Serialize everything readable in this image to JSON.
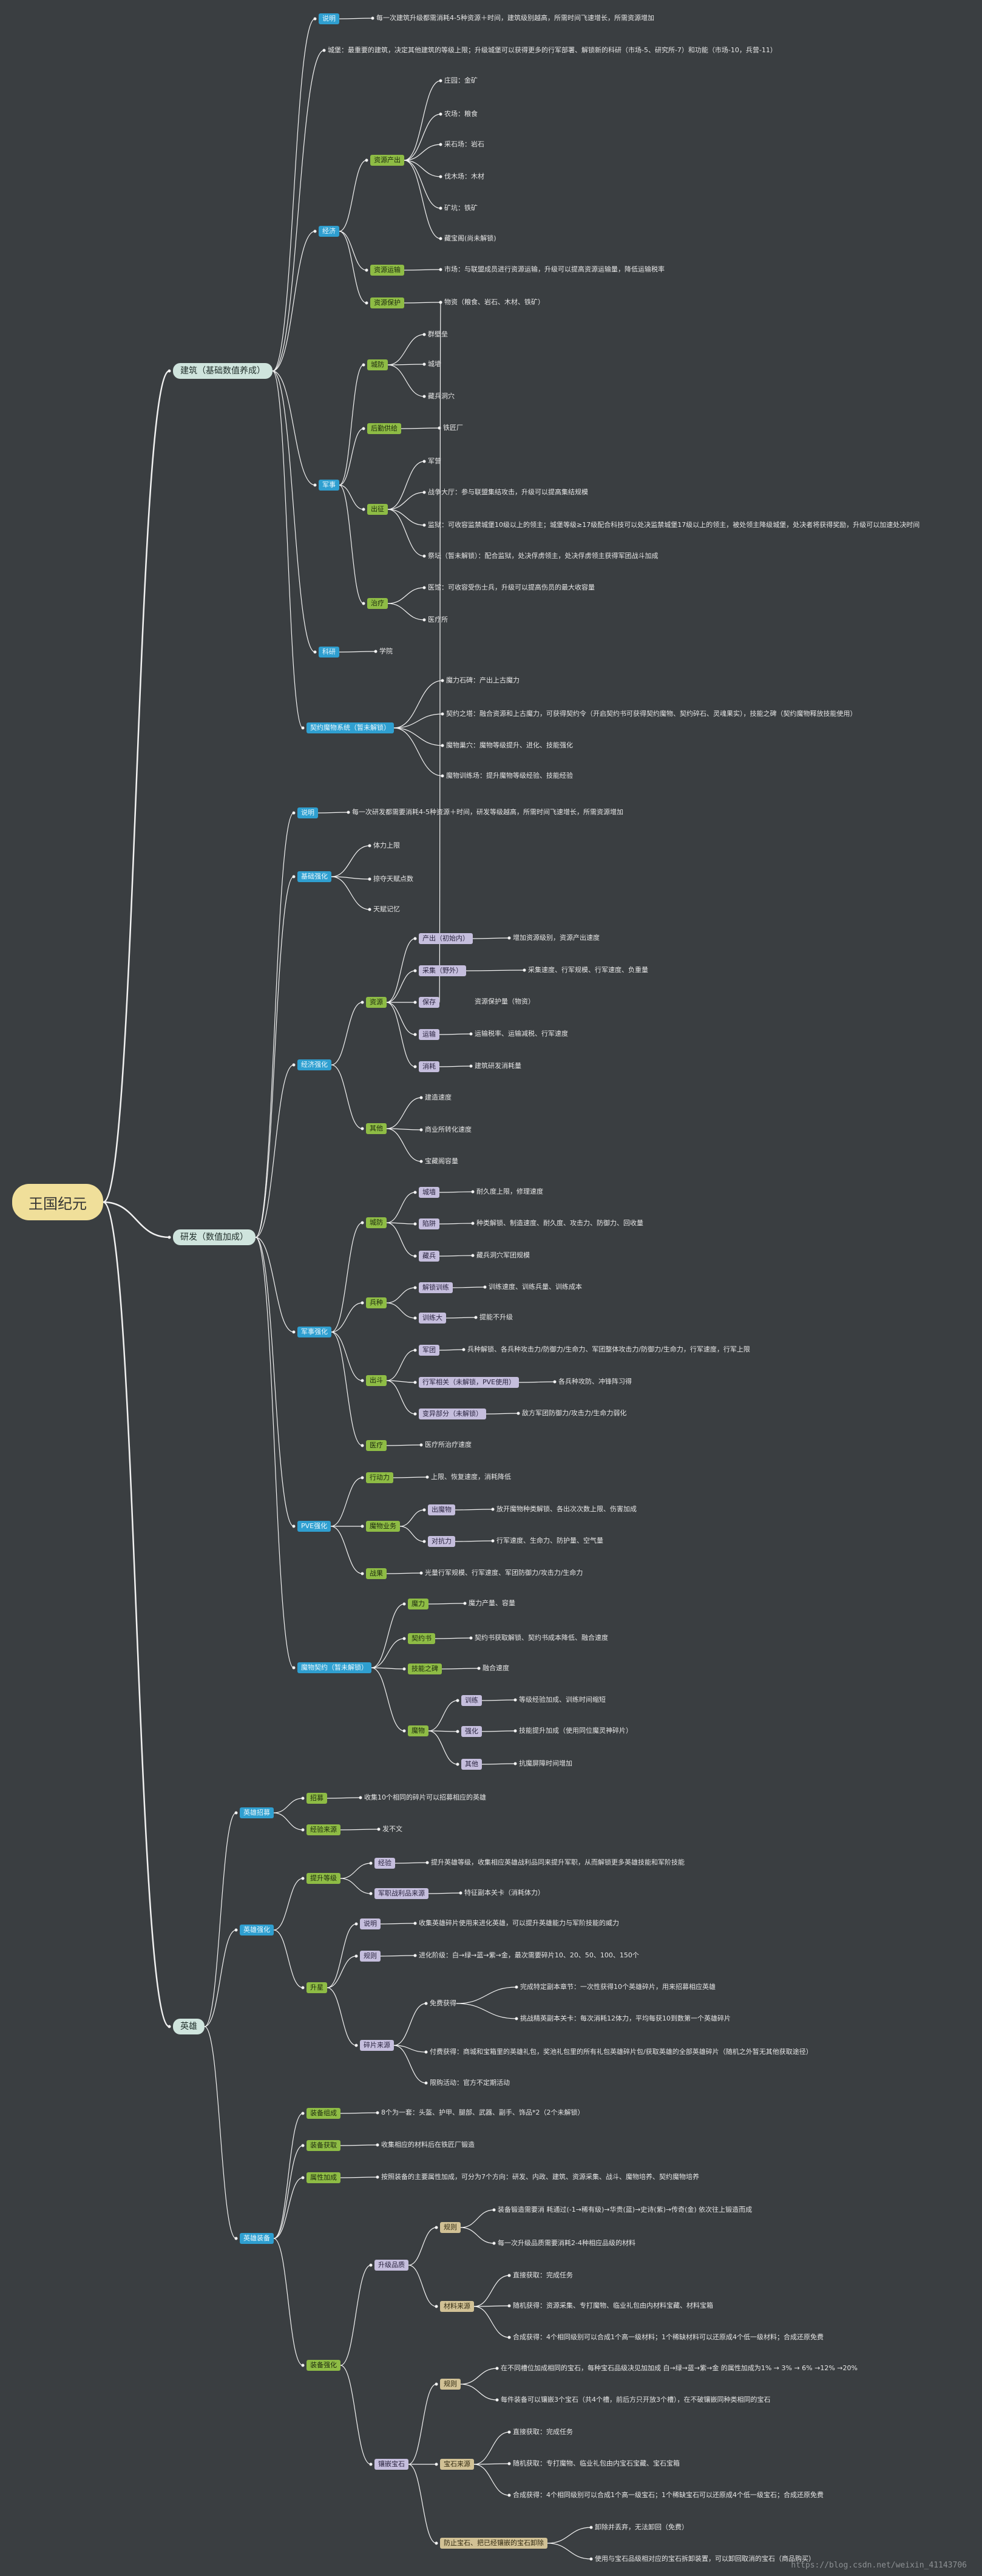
{
  "root": "王国纪元",
  "watermark": "https://blog.csdn.net/weixin_41143706",
  "build": {
    "label": "建筑（基础数值养成）",
    "intro": "说明",
    "intro_text": "每一次建筑升级都需消耗4-5种资源＋时间，建筑级别越高，所需时间飞速增长，所需资源增加",
    "note": "城堡：最重要的建筑，决定其他建筑的等级上限；升级城堡可以获得更多的行军部署、解锁新的科研（市场-5、研究所-7）和功能（市场-10，兵营-11）",
    "eco": "经济",
    "res_prod": "资源产出",
    "farm": "庄园：金矿",
    "field": "农场：粮食",
    "quarry": "采石场：岩石",
    "lumber": "伐木场：木材",
    "mine": "矿坑：铁矿",
    "gem": "藏宝阁(尚未解锁)",
    "res_trans": "资源运输",
    "market": "市场：与联盟成员进行资源运输，升级可以提高资源运输量，降低运输税率",
    "res_protect": "资源保护",
    "store": "物资（粮食、岩石、木材、铁矿）",
    "army": "军事",
    "def": "城防",
    "wall": "群壁垒",
    "tower": "城墙",
    "barracks": "藏兵洞穴",
    "support": "后勤供给",
    "workshop": "铁匠厂",
    "march": "出征",
    "camp": "军营",
    "hall": "战争大厅：参与联盟集结攻击，升级可以提高集结规模",
    "watch": "监狱：可收容监禁城堡10级以上的领主；城堡等级≥17级配合科技可以处决监禁城堡17级以上的领主，被处领主降级城堡，处决者将获得奖励，升级可以加速处决时间",
    "altar": "祭坛（暂未解锁）：配合监狱，处决俘虏领主，处决俘虏领主获得军团战斗加成",
    "heal": "治疗",
    "hospital": "医馆：可收容受伤士兵，升级可以提高伤员的最大收容量",
    "clinic": "医疗所",
    "science": "科研",
    "academy": "学院",
    "spirit": "契约魔物系统（暂未解锁）",
    "soul": "魔力石碑：产出上古魔力",
    "contract": "契约之塔：融合资源和上古魔力，可获得契约令（开启契约书可获得契约魔物、契约碎石、灵魂果实），技能之碑（契约魔物释放技能使用）",
    "nest": "魔物巢穴：魔物等级提升、进化、技能强化",
    "train": "魔物训练场：提升魔物等级经验、技能经验"
  },
  "research": {
    "label": "研发（数值加成）",
    "intro": "说明",
    "intro_text": "每一次研发都需要消耗4-5种资源＋时间，研发等级越高，所需时间飞速增长，所需资源增加",
    "basic": "基础强化",
    "b1": "体力上限",
    "b2": "掠夺天赋点数",
    "b3": "天赋记忆",
    "ecostrong": "经济强化",
    "resource": "资源",
    "prod": "产出（初始内）",
    "prod_t": "增加资源级别，资源产出速度",
    "collect": "采集（野外）",
    "collect_t": "采集速度、行军规模、行军速度、负重量",
    "storage": "保存",
    "storage_t": "资源保护量（物资）",
    "transport": "运输",
    "transport_t": "运输税率、运输减税、行军速度",
    "consume": "消耗",
    "consume_t": "建筑研发消耗量",
    "other": "其他",
    "o1": "建造速度",
    "o2": "商业所转化速度",
    "o3": "宝藏阁容量",
    "mil": "军事强化",
    "city": "城防",
    "wall": "城墙",
    "wall_t": "耐久度上限，修理速度",
    "trap": "陷阱",
    "trap_t": "种类解锁、制造速度、耐久度、攻击力、防御力、回收量",
    "hide": "藏兵",
    "hide_t": "藏兵洞穴军团规模",
    "soldier": "兵种",
    "unlock": "解锁训练",
    "unlock_t": "训练速度、训练兵量、训练成本",
    "train_hall": "训练大",
    "train_hall_t": "提能不升级",
    "field": "出斗",
    "field1": "军团",
    "field1_t": "兵种解锁、各兵种攻击力/防御力/生命力、军团整体攻击力/防御力/生命力，行军速度，行军上限",
    "field2": "行军相关（未解锁，PVE使用）",
    "field2_t": "各兵种攻防、冲锋阵习得",
    "field3": "变异部分（未解锁）",
    "field3_t": "敌方军团防御力/攻击力/生命力弱化",
    "cure": "医疗",
    "cure_t": "医疗所治疗速度",
    "pve": "PVE强化",
    "action": "行动力",
    "action_t": "上限、恢复速度，消耗降低",
    "monster": "魔物业务",
    "unlock2": "出魔物",
    "unlock2_t": "放开魔物种类解锁、各出次次数上限、伤害加成",
    "power": "对抗力",
    "power_t": "行军速度、生命力、防护量、空气量",
    "spoils": "战果",
    "spoils_t": "光量行军规模、行军速度、军团防御力/攻击力/生命力",
    "spirit": "魔物契约（暂未解锁）",
    "mag": "魔力",
    "mag_t": "魔力产量、容量",
    "ctr": "契约书",
    "ctr_t": "契约书获取解锁、契约书成本降低、融合速度",
    "skill": "技能之碑",
    "skill_t": "融合速度",
    "beast": "魔物",
    "tr": "训练",
    "tr_t": "等级经验加成、训练时间缩短",
    "up": "强化",
    "up_t": "技能提升加成（使用同位魔灵神碎片）",
    "other2": "其他",
    "other2_t": "抗魔屏障时间增加"
  },
  "hero": {
    "label": "英雄",
    "recruit": "英雄招募",
    "r1": "招募",
    "r1_t": "收集10个相同的碎片可以招募相应的英雄",
    "r2": "经验来源",
    "r2_t": "发不文",
    "growth": "英雄强化",
    "lvl": "提升等级",
    "exp": "经验",
    "exp_t": "提升英雄等级，收集相应英雄战利品同来提升军职，从而解锁更多英雄技能和军阶技能",
    "expsrc": "军职战利品来源",
    "expsrc_t": "特征副本关卡（消耗体力）",
    "star": "升星",
    "star_d": "说明",
    "star_d_t": "收集英雄碎片使用来进化英雄，可以提升英雄能力与军阶技能的威力",
    "rule": "规则",
    "rule_t": "进化阶级：白→绿→蓝→紫→金，最次需要碎片10、20、50、100、150个",
    "shard": "碎片来源",
    "free": "免费获得",
    "free1": "完成特定副本章节：一次性获得10个英雄碎片，用来招募相应英雄",
    "free2": "挑战精英副本关卡：每次消耗12体力，平均每获10到数第一个英雄碎片",
    "pay": "付费获得：商城和宝箱里的英雄礼包，奖池礼包里的所有礼包英雄碎片包/获取英雄的全部英雄碎片（随机之外暂无其他获取途径）",
    "limit": "限购活动：官方不定期活动",
    "eqp": "英雄装备",
    "eqp_t1": "装备组成",
    "eqp_t1_t": "8个为一套：头盔、护甲、腿部、武器、副手、饰品*2（2个未解锁）",
    "eqp_t2": "装备获取",
    "eqp_t2_t": "收集相应的材料后在铁匠厂锻造",
    "eqp_t3": "属性加成",
    "eqp_t3_t": "按照装备的主要属性加成，可分为7个方向：研发、内政、建筑、资源采集、战斗、魔物培养、契约魔物培养",
    "eqpstr": "装备强化",
    "lvup": "升级品质",
    "ru": "规则",
    "ru1": "装备锻造需要消 耗通过(-1→稀有级)→华贵(蓝)→史诗(紫)→传奇(金) 依次往上锻造而成",
    "ru2": "每一次升级品质需要消耗2-4种相应品级的材料",
    "mat": "材料来源",
    "mat1": "直接获取：完成任务",
    "mat2": "随机获得：资源采集、专打魔物、临业礼包由内材料宝藏、材料宝箱",
    "mat3": "合成获得：4个相同级别可以合成1个高一级材料；1个稀缺材料可以还原成4个低一级材料；合成还原免费",
    "inlay": "镶嵌宝石",
    "ru3": "规则",
    "ru3_1": "在不同槽位加成相同的宝石，每种宝石品级决见加加成 白→绿→蓝→紫→金 的属性加成为1% → 3% → 6% →12% →20%",
    "ru3_2": "每件装备可以镶嵌3个宝石（共4个槽，前后方只开放3个槽），在不破镶嵌同种类相同的宝石",
    "gem_src": "宝石来源",
    "g1": "直接获取：完成任务",
    "g2": "随机获取：专打魔物、临业礼包由内宝石宝藏、宝石宝箱",
    "g3": "合成获得：4个相同级别可以合成1个高一级宝石；1个稀缺宝石可以还原成4个低一级宝石；合成还原免费",
    "sp": "防止宝石、把已经镶嵌的宝石卸除",
    "sp1": "卸除并丢弃，无法卸回（免费）",
    "sp2": "使用与宝石品级相对应的宝石拆卸装置，可以卸回取消的宝石（商品购买）"
  }
}
